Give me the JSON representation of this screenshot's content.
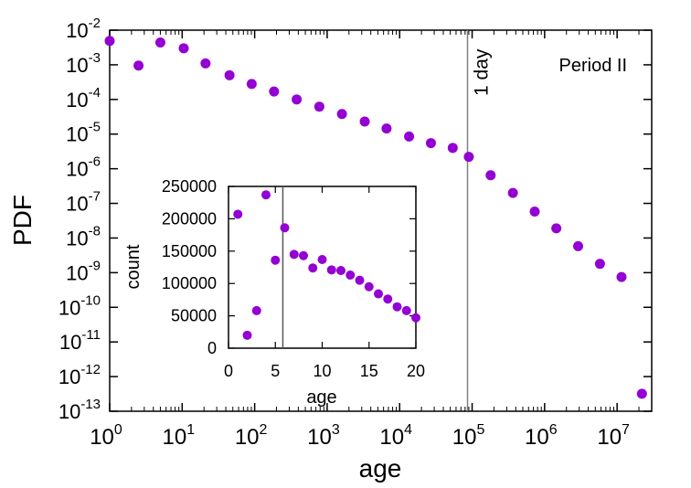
{
  "chart_data": [
    {
      "type": "scatter",
      "xlabel": "age",
      "ylabel": "PDF",
      "xscale": "log",
      "yscale": "log",
      "xlim": [
        1,
        30000000
      ],
      "ylim": [
        1e-13,
        0.01
      ],
      "x_ticks": [
        {
          "base": "10",
          "exp": "0",
          "value": 1
        },
        {
          "base": "10",
          "exp": "1",
          "value": 10
        },
        {
          "base": "10",
          "exp": "2",
          "value": 100
        },
        {
          "base": "10",
          "exp": "3",
          "value": 1000
        },
        {
          "base": "10",
          "exp": "4",
          "value": 10000
        },
        {
          "base": "10",
          "exp": "5",
          "value": 100000
        },
        {
          "base": "10",
          "exp": "6",
          "value": 1000000
        },
        {
          "base": "10",
          "exp": "7",
          "value": 10000000
        }
      ],
      "y_ticks": [
        {
          "base": "10",
          "exp": "-2",
          "value": 0.01
        },
        {
          "base": "10",
          "exp": "-3",
          "value": 0.001
        },
        {
          "base": "10",
          "exp": "-4",
          "value": 0.0001
        },
        {
          "base": "10",
          "exp": "-5",
          "value": 1e-05
        },
        {
          "base": "10",
          "exp": "-6",
          "value": 1e-06
        },
        {
          "base": "10",
          "exp": "-7",
          "value": 1e-07
        },
        {
          "base": "10",
          "exp": "-8",
          "value": 1e-08
        },
        {
          "base": "10",
          "exp": "-9",
          "value": 1e-09
        },
        {
          "base": "10",
          "exp": "-10",
          "value": 1e-10
        },
        {
          "base": "10",
          "exp": "-11",
          "value": 1e-11
        },
        {
          "base": "10",
          "exp": "-12",
          "value": 1e-12
        },
        {
          "base": "10",
          "exp": "-13",
          "value": 1e-13
        }
      ],
      "annotation": "Period II",
      "vline": {
        "x": 86400,
        "label": "1 day"
      },
      "marker_color": "#9400D3",
      "points": [
        {
          "x": 1,
          "y": 0.0049
        },
        {
          "x": 2.5,
          "y": 0.00095
        },
        {
          "x": 5,
          "y": 0.0044
        },
        {
          "x": 10.5,
          "y": 0.003
        },
        {
          "x": 21,
          "y": 0.0011
        },
        {
          "x": 45,
          "y": 0.0005
        },
        {
          "x": 91,
          "y": 0.00028
        },
        {
          "x": 185,
          "y": 0.00017
        },
        {
          "x": 380,
          "y": 0.0001
        },
        {
          "x": 780,
          "y": 6.2e-05
        },
        {
          "x": 1600,
          "y": 3.8e-05
        },
        {
          "x": 3300,
          "y": 2.3e-05
        },
        {
          "x": 6600,
          "y": 1.45e-05
        },
        {
          "x": 13500,
          "y": 8.5e-06
        },
        {
          "x": 27000,
          "y": 5.5e-06
        },
        {
          "x": 54000,
          "y": 4e-06
        },
        {
          "x": 90000,
          "y": 2.2e-06
        },
        {
          "x": 180000,
          "y": 6.5e-07
        },
        {
          "x": 365000,
          "y": 2e-07
        },
        {
          "x": 730000,
          "y": 5.8e-08
        },
        {
          "x": 1450000,
          "y": 1.9e-08
        },
        {
          "x": 2900000,
          "y": 5.8e-09
        },
        {
          "x": 5800000,
          "y": 1.8e-09
        },
        {
          "x": 11500000,
          "y": 7.5e-10
        },
        {
          "x": 22000000,
          "y": 3.2e-13
        }
      ]
    },
    {
      "type": "scatter",
      "xlabel": "age",
      "ylabel": "count",
      "xlim": [
        0,
        20
      ],
      "ylim": [
        0,
        250000
      ],
      "x_ticks": [
        "0",
        "5",
        "10",
        "15",
        "20"
      ],
      "y_ticks": [
        "0",
        "50000",
        "100000",
        "150000",
        "200000",
        "250000"
      ],
      "vline": {
        "x": 5.8
      },
      "marker_color": "#9400D3",
      "points": [
        {
          "x": 1,
          "y": 207000
        },
        {
          "x": 2,
          "y": 20000
        },
        {
          "x": 3,
          "y": 58000
        },
        {
          "x": 4,
          "y": 237000
        },
        {
          "x": 5,
          "y": 136000
        },
        {
          "x": 6,
          "y": 186000
        },
        {
          "x": 7,
          "y": 145000
        },
        {
          "x": 8,
          "y": 143000
        },
        {
          "x": 9,
          "y": 124000
        },
        {
          "x": 10,
          "y": 137000
        },
        {
          "x": 11,
          "y": 121000
        },
        {
          "x": 12,
          "y": 120000
        },
        {
          "x": 13,
          "y": 113000
        },
        {
          "x": 14,
          "y": 105000
        },
        {
          "x": 15,
          "y": 95000
        },
        {
          "x": 16,
          "y": 84000
        },
        {
          "x": 17,
          "y": 76000
        },
        {
          "x": 18,
          "y": 64000
        },
        {
          "x": 19,
          "y": 58000
        },
        {
          "x": 20,
          "y": 47000
        }
      ]
    }
  ]
}
